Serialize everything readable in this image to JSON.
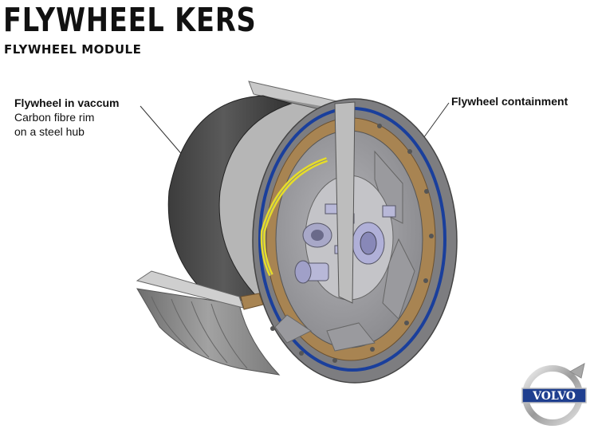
{
  "header": {
    "title": "FLYWHEEL KERS",
    "subtitle": "FLYWHEEL MODULE"
  },
  "callouts": {
    "left": {
      "heading": "Flywheel in vaccum",
      "line1": "Carbon fibre rim",
      "line2": "on a steel hub"
    },
    "right": {
      "heading": "Flywheel containment"
    }
  },
  "logo": {
    "text": "VOLVO",
    "icon": "volvo-iron-mark-icon",
    "color": "#1f3f8f"
  },
  "colors": {
    "rim": "#4a4a4a",
    "housing": "#8c8c8c",
    "bronze_ring": "#a88452",
    "blue_seal": "#1a3f9c",
    "yellow_ring": "#e6dc2a"
  }
}
